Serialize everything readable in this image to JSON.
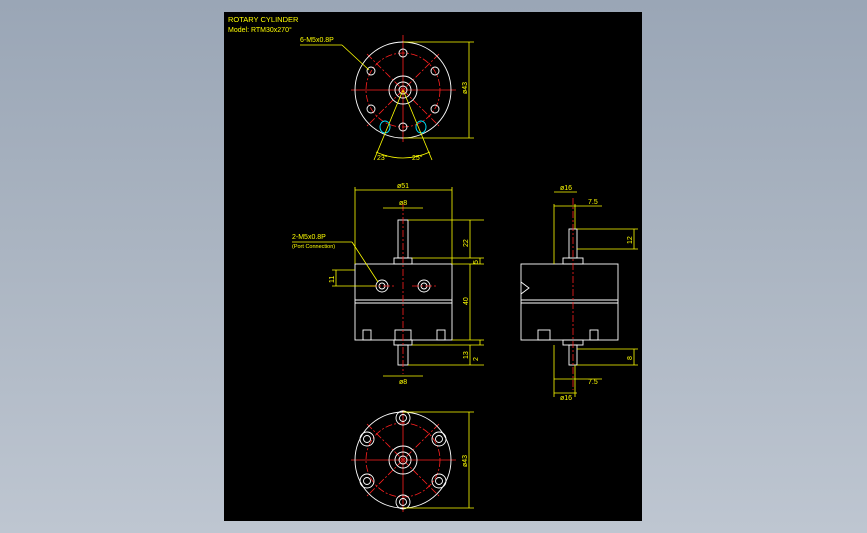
{
  "title": {
    "line1": "ROTARY  CYLINDER",
    "line2": "Model: RTM30x270°"
  },
  "top_view": {
    "callout": "6-M5x0.8P",
    "dia": "ø43",
    "angle_left": "23°",
    "angle_right": "25°"
  },
  "front_view": {
    "width": "ø51",
    "shaft_top": "ø8",
    "shaft_bottom": "ø8",
    "port_callout": "2-M5x0.8P",
    "port_note": "(Port Connection)",
    "dim_22": "22",
    "dim_5": "5",
    "dim_40": "40",
    "dim_13": "13",
    "dim_2": "2",
    "dim_11": "11"
  },
  "side_view": {
    "top_dia": "ø16",
    "top_7_5": "7.5",
    "dim_12": "12",
    "dim_8": "8",
    "bottom_7_5": "7.5",
    "bottom_dia": "ø16"
  },
  "bottom_view": {
    "dia": "ø43"
  },
  "colors": {
    "outline": "#ffffff",
    "dimension": "#ffff00",
    "centerline": "#ff2020",
    "highlight": "#00e5ff",
    "background": "#000000"
  }
}
